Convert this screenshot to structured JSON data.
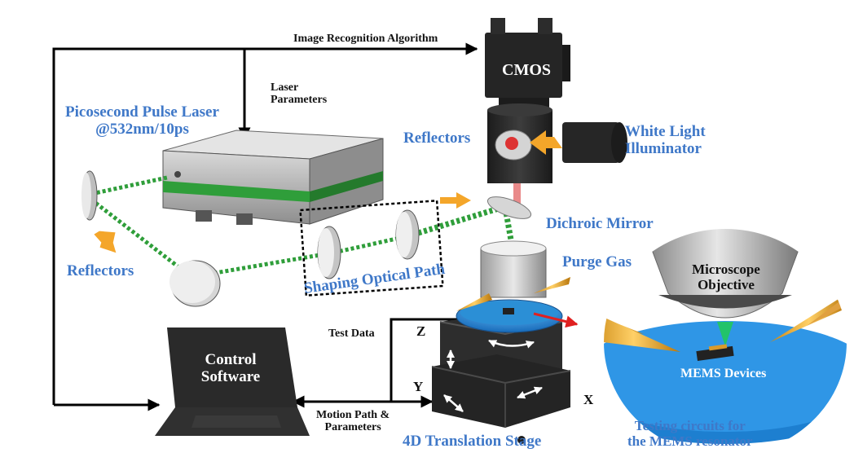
{
  "labels": {
    "image_recognition": "Image Recognition Algorithm",
    "laser_parameters": "Laser\nParameters",
    "picosecond_laser": "Picosecond Pulse Laser\n@532nm/10ps",
    "cmos": "CMOS",
    "reflectors_top": "Reflectors",
    "white_light": "White Light\nIlluminator",
    "dichroic_mirror": "Dichroic Mirror",
    "reflectors_left": "Reflectors",
    "shaping_optical_path": "Shaping Optical Path",
    "purge_gas": "Purge Gas",
    "microscope_objective": "Microscope\nObjective",
    "control_software": "Control\nSoftware",
    "test_data": "Test Data",
    "axis_z": "Z",
    "axis_y": "Y",
    "axis_x": "X",
    "motion_path": "Motion Path &\nParameters",
    "mems_devices": "MEMS Devices",
    "stage": "4D Translation Stage",
    "testing_circuits": "Testing circuits for\nthe MEMS resonator"
  },
  "colors": {
    "accent_blue": "#3f78c8",
    "beam_green": "#2f9e3a",
    "arrow_orange": "#f4a62a",
    "stage_blue": "#2b8fd6",
    "dark_body": "#2a2a2a"
  }
}
